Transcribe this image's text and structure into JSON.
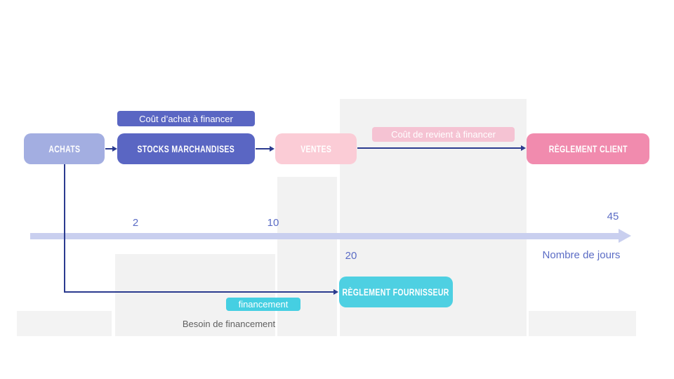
{
  "diagram": {
    "flow_boxes": {
      "achats": {
        "label": "ACHATS"
      },
      "stocks": {
        "label": "STOCKS MARCHANDISES"
      },
      "ventes": {
        "label": "VENTES"
      },
      "reglement_client": {
        "label": "RÈGLEMENT CLIENT"
      },
      "reglement_fournisseur": {
        "label": "RÈGLEMENT FOURNISSEUR"
      }
    },
    "badges": {
      "cout_achat": {
        "label": "Coût d’achat à financer"
      },
      "cout_revient": {
        "label": "Coût de revient à financer"
      },
      "financement": {
        "label": "financement"
      }
    },
    "timeline": {
      "ticks": [
        {
          "value": "2"
        },
        {
          "value": "10"
        },
        {
          "value": "20"
        },
        {
          "value": "45"
        }
      ],
      "axis_label": "Nombre de jours"
    },
    "caption": "Besoin de financement",
    "colors": {
      "achats": "#a3aee1",
      "stocks": "#5a66c3",
      "ventes": "#fbccd6",
      "reglement_client": "#f18bae",
      "reglement_fournisseur": "#4ed0e2",
      "badge_cout_achat": "#5a66c3",
      "badge_cout_revient": "#f5c3d3",
      "badge_financement": "#45cfe2",
      "timeline_bar": "#c9cfef",
      "timeline_label_text": "#5b6cc5",
      "connector": "#2b3b8f",
      "background_panel": "#f2f2f2",
      "caption_text": "#5f5f5f"
    }
  }
}
